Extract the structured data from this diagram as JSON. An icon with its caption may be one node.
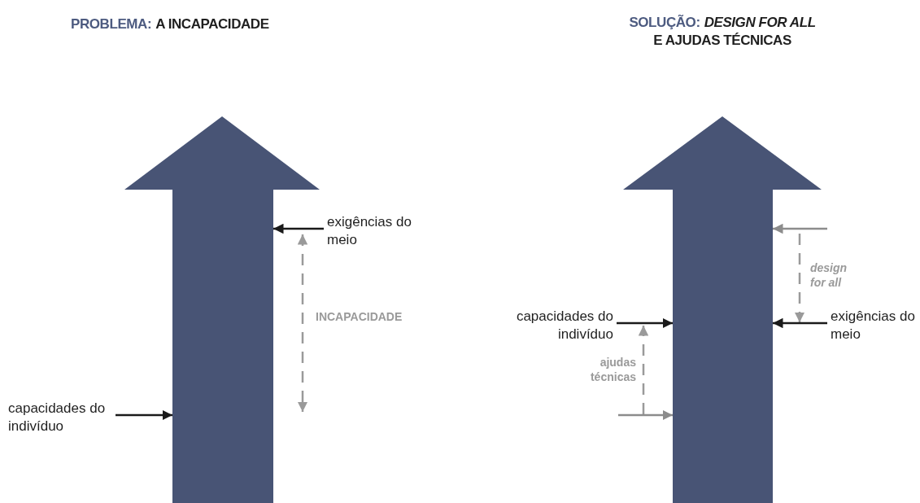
{
  "diagram": {
    "nodes": [
      {
        "text": [],
        "shape": "arrow"
      },
      {
        "text": [
          "exigências do meio"
        ]
      },
      {
        "text": [
          "capacidades do indivíduo"
        ]
      },
      {
        "text": [],
        "shape": "arrow"
      },
      {
        "text": [
          "capacidades do indivíduo"
        ]
      },
      {
        "text": [
          "exigências do meio"
        ]
      }
    ],
    "edges": [
      {
        "from": 1,
        "to": 0,
        "arrow": "to"
      },
      {
        "from": 2,
        "to": 0,
        "arrow": "to"
      },
      {
        "from": 4,
        "to": 3,
        "arrow": "to"
      },
      {
        "from": 5,
        "to": 3,
        "arrow": "to"
      },
      {
        "from": null,
        "to": 3,
        "arrow": "to",
        "color": "#8c8c8c"
      },
      {
        "from": null,
        "to": 3,
        "arrow": "to",
        "color": "#8c8c8c"
      }
    ],
    "labels": [
      "PROBLEMA:",
      "A INCAPACIDADE",
      "SOLUÇÃO:",
      "DESIGN FOR ALL",
      "E AJUDAS TÉCNICAS",
      "INCAPACIDADE",
      "design for all",
      "ajudas técnicas"
    ]
  }
}
